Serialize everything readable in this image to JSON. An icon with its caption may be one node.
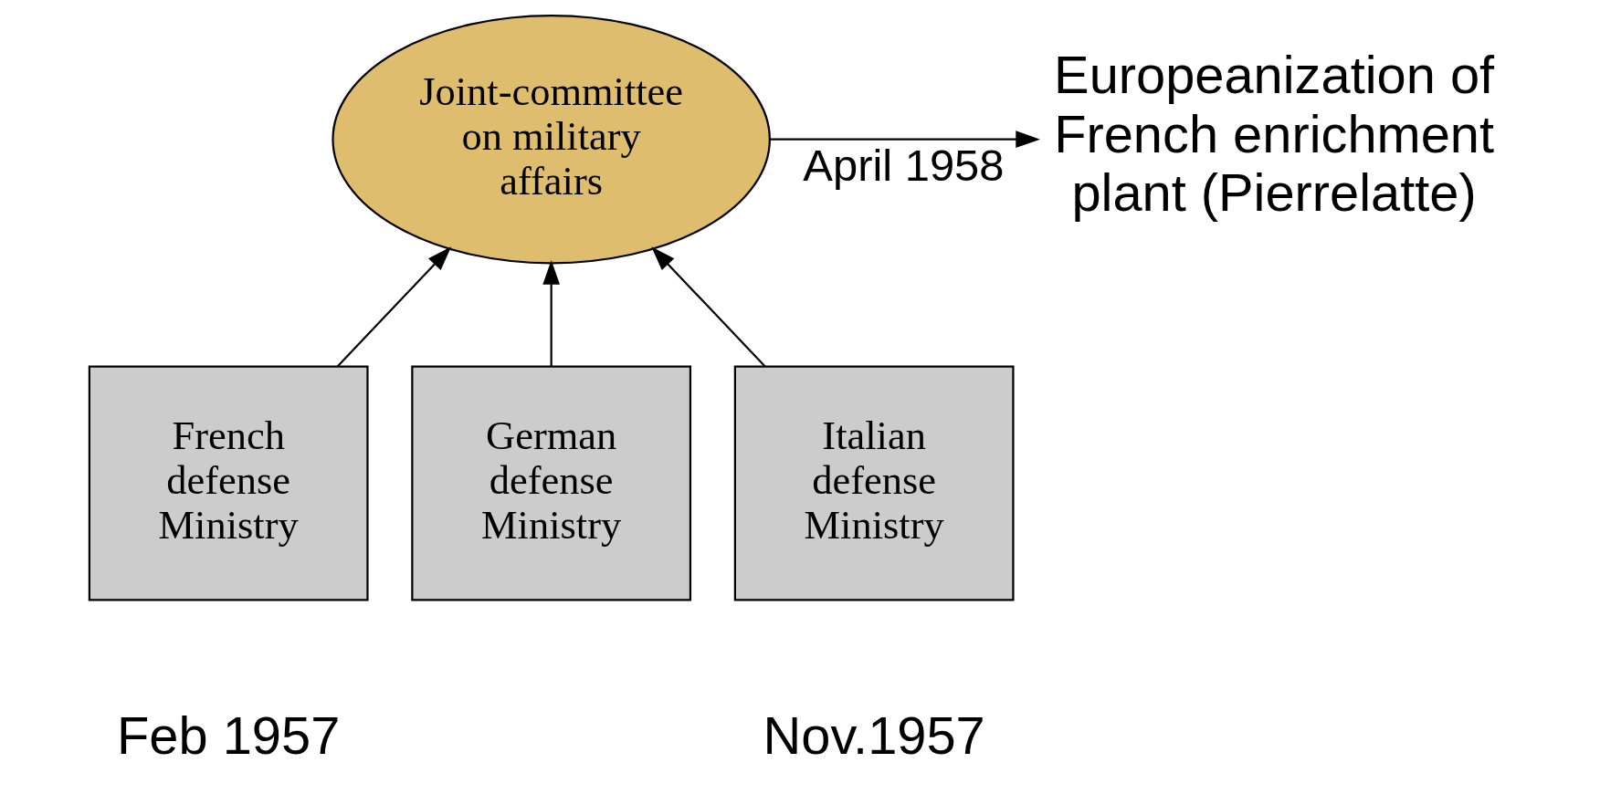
{
  "diagram": {
    "nodes": [
      {
        "text": [
          "Joint-committee on military affairs"
        ]
      },
      {
        "text": [
          "French defense Ministry"
        ]
      },
      {
        "text": [
          "German defense Ministry"
        ]
      },
      {
        "text": [
          "Italian defense Ministry"
        ]
      },
      {
        "text": [
          "Europeanization of French enrichment plant (Pierrelatte)"
        ]
      }
    ],
    "edges": [
      {
        "from": 1,
        "to": 0,
        "arrow": "to"
      },
      {
        "from": 2,
        "to": 0,
        "arrow": "to"
      },
      {
        "from": 3,
        "to": 0,
        "arrow": "to"
      },
      {
        "from": 0,
        "to": 4,
        "arrow": "to",
        "label": "April 1958"
      }
    ],
    "labels": [
      "Feb 1957",
      "Nov.1957"
    ]
  }
}
